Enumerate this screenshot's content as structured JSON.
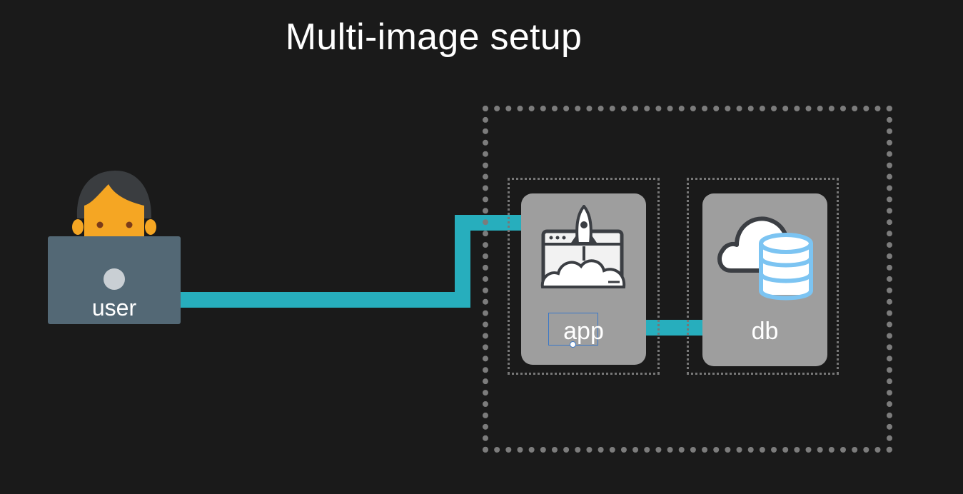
{
  "title": "Multi-image setup",
  "nodes": {
    "user": {
      "label": "user",
      "icon": "person-with-laptop-icon"
    },
    "app": {
      "label": "app",
      "icon": "rocket-launch-icon"
    },
    "db": {
      "label": "db",
      "icon": "cloud-database-icon"
    }
  },
  "colors": {
    "background": "#1a1a1a",
    "connector": "#27aebd",
    "card": "#9e9e9e",
    "laptop": "#536875",
    "dotted_border": "#7c7c7c",
    "skin": "#f5a623",
    "hair": "#3a3d40",
    "db_icon": "#7cc4f2"
  },
  "edges": [
    {
      "from": "user",
      "to": "app"
    },
    {
      "from": "app",
      "to": "db"
    }
  ]
}
